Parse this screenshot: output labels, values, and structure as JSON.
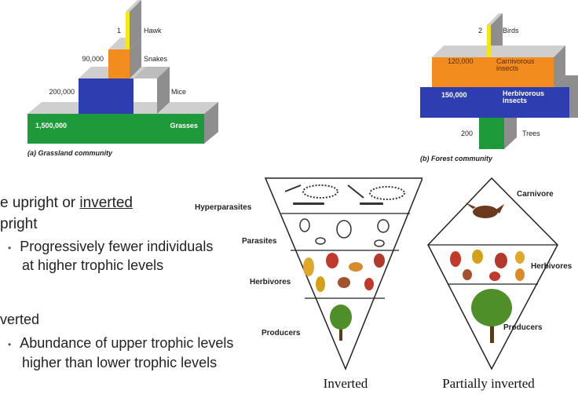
{
  "grassland": {
    "caption": "(a) Grassland community",
    "levels": [
      {
        "count": "1",
        "name": "Hawk"
      },
      {
        "count": "90,000",
        "name": "Snakes"
      },
      {
        "count": "200,000",
        "name": "Mice"
      },
      {
        "count": "1,500,000",
        "name": "Grasses"
      }
    ]
  },
  "forest": {
    "caption": "(b) Forest community",
    "levels": [
      {
        "count": "2",
        "name": "Birds"
      },
      {
        "count": "120,000",
        "name": "Carnivorous insects"
      },
      {
        "count": "150,000",
        "name": "Herbivorous insects"
      },
      {
        "count": "200",
        "name": "Trees"
      }
    ]
  },
  "text": {
    "line1_prefix": "e upright or ",
    "line1_link": "inverted",
    "line2": "pright",
    "bullet1_l1": "Progressively fewer individuals",
    "bullet1_l2": "at higher trophic levels",
    "line3": "verted",
    "bullet2_l1": "Abundance of upper trophic levels",
    "bullet2_l2": "higher than lower trophic levels"
  },
  "inverted": {
    "labels": [
      "Hyperparasites",
      "Parasites",
      "Herbivores",
      "Producers"
    ],
    "caption": "Inverted"
  },
  "partial": {
    "labels": [
      "Carnivore",
      "Herbivores",
      "Producers"
    ],
    "caption": "Partially inverted"
  },
  "colors": {
    "green": "#1f9a3a",
    "blue": "#2d3fb0",
    "orange": "#f28c1e",
    "yellow": "#f5e617",
    "gray_top": "#c8c8c8",
    "gray_side": "#8c8c8c"
  }
}
